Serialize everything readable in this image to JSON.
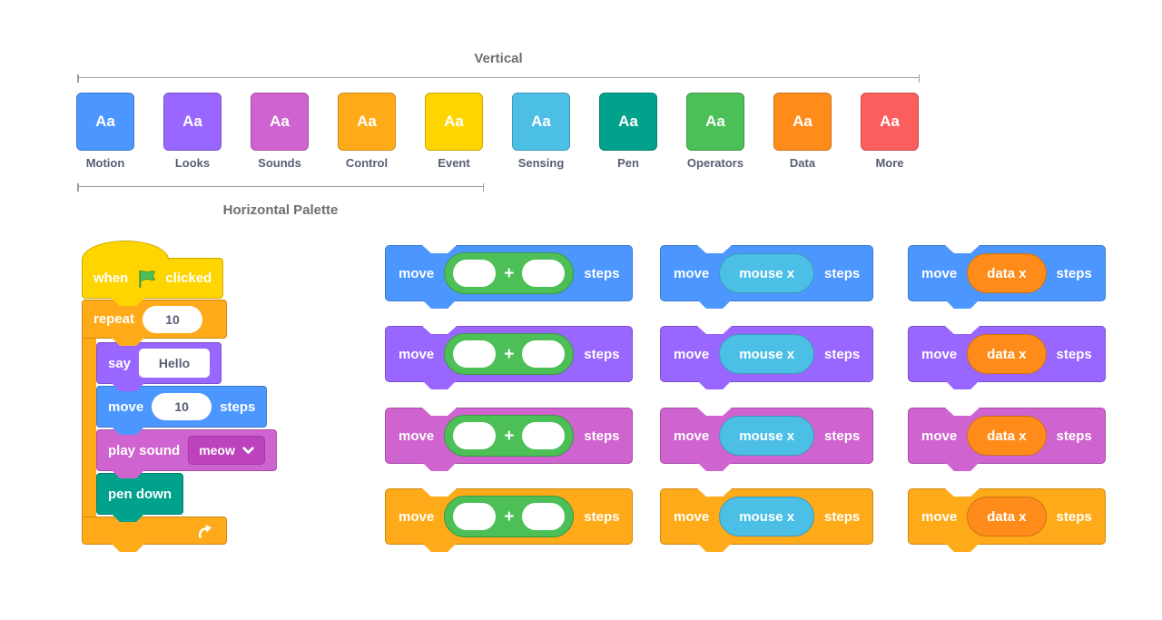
{
  "annotations": {
    "vertical_label": "Vertical",
    "horizontal_label": "Horizontal Palette"
  },
  "palette": {
    "swatch_text": "Aa",
    "categories": [
      {
        "label": "Motion",
        "color": "#4C97FF"
      },
      {
        "label": "Looks",
        "color": "#9966FF"
      },
      {
        "label": "Sounds",
        "color": "#CF63CF"
      },
      {
        "label": "Control",
        "color": "#FFAB19"
      },
      {
        "label": "Event",
        "color": "#FFD500"
      },
      {
        "label": "Sensing",
        "color": "#4CBFE6"
      },
      {
        "label": "Pen",
        "color": "#00A28C"
      },
      {
        "label": "Operators",
        "color": "#4CBF56"
      },
      {
        "label": "Data",
        "color": "#FF8C1A"
      },
      {
        "label": "More",
        "color": "#FC5E5E"
      }
    ]
  },
  "script": {
    "when_prefix": "when",
    "when_suffix": "clicked",
    "repeat_label": "repeat",
    "repeat_value": "10",
    "say_label": "say",
    "say_value": "Hello",
    "move_label": "move",
    "move_value": "10",
    "move_suffix": "steps",
    "play_sound_label": "play sound",
    "play_sound_value": "meow",
    "pen_down_label": "pen down"
  },
  "grid": {
    "move_label": "move",
    "steps_label": "steps",
    "plus_sign": "+",
    "sensing_reporter": "mouse x",
    "data_reporter": "data x"
  }
}
